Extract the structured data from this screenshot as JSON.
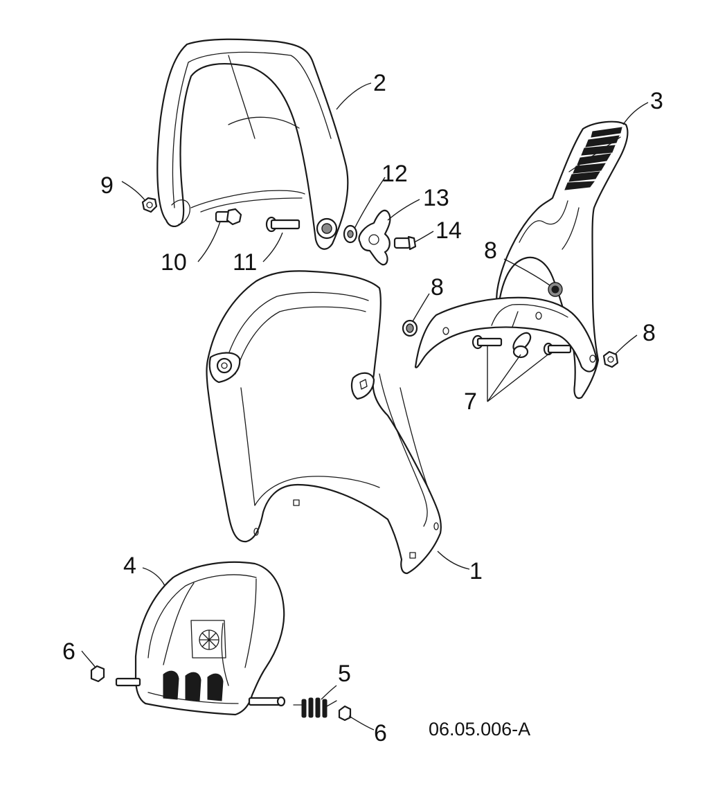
{
  "diagram": {
    "drawing_number": "06.05.006-A",
    "callouts": {
      "c1": "1",
      "c2": "2",
      "c3": "3",
      "c4": "4",
      "c5": "5",
      "c6a": "6",
      "c6b": "6",
      "c7": "7",
      "c8a": "8",
      "c8b": "8",
      "c8c": "8",
      "c9": "9",
      "c10": "10",
      "c11": "11",
      "c12": "12",
      "c13": "13",
      "c14": "14"
    }
  }
}
